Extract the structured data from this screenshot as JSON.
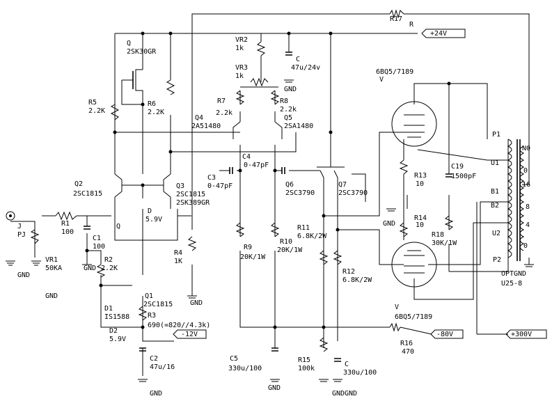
{
  "labels": {
    "r17": "R17",
    "r17_val": "R",
    "plus24": "+24V",
    "vr2": "VR2",
    "vr2_val": "1k",
    "vr3": "VR3",
    "vr3_val": "1k",
    "c_top": "C",
    "c_top_val": "47u/24v",
    "gnd_top": "GND",
    "q_top": "Q",
    "q_top_val": "2SK30GR",
    "r5": "R5",
    "r5_val": "2.2K",
    "r6": "R6",
    "r6_val": "2.2K",
    "r7": "R7",
    "r7_val": "2.2k",
    "r8": "R8",
    "r8_val": "2.2k",
    "q4": "Q4",
    "q4_val": "2A51480",
    "q5": "Q5",
    "q5_val": "2SA1480",
    "c4": "C4",
    "c4_val": "0-47pF",
    "c3": "C3",
    "c3_val": "0-47pF",
    "q6": "Q6",
    "q6_val": "2SC3790",
    "q7": "Q7",
    "q7_val": "2SC3790",
    "q2": "Q2",
    "q2_val": "2SC1815",
    "q3": "Q3",
    "q3_val": "2SC1815",
    "q_fet": "Q",
    "fet_val": "2SK389GR",
    "d_top": "D",
    "d_top_val": "5.9V",
    "j": "J",
    "pj": "PJ",
    "r1": "R1",
    "r1_val": "100",
    "c1": "C1",
    "c1_val": "100",
    "r2": "R2",
    "r2_val": "2.2K",
    "gnd_r2": "GND",
    "vr1": "VR1",
    "vr1_val": "50KA",
    "gnd_a": "GND",
    "gnd_b": "GND",
    "r4": "R4",
    "r4_val": "1K",
    "gnd_r4": "GND",
    "q1": "Q1",
    "q1_val": "2SC1815",
    "d1": "D1",
    "d1_val": "IS1588",
    "r3": "R3",
    "r3_val": "690(=820//4.3k)",
    "d2": "D2",
    "d2_val": "5.9V",
    "minus12": "-12V",
    "c2": "C2",
    "c2_val": "47u/16",
    "gnd_c2": "GND",
    "r9": "R9",
    "r9_val": "20K/1W",
    "r10": "R10",
    "r10_val": "20K/1W",
    "r11": "R11",
    "r11_val": "6.8K/2W",
    "r12": "R12",
    "r12_val": "6.8K/2W",
    "c5": "C5",
    "c5_val": "330u/100",
    "r15": "R15",
    "r15_val": "100k",
    "c_bot": "C",
    "c_bot_val": "330u/100",
    "gnd_c5": "GND",
    "gnd_r15": "GND",
    "gnd_cbot": "GND",
    "minus80": "-80V",
    "r16": "R16",
    "r16_val": "470",
    "v_top": "6BQ5/7189",
    "v_top_lbl": "V",
    "v_bot": "6BQ5/7189",
    "v_bot_lbl": "V",
    "r13": "R13",
    "r13_val": "10",
    "r14": "R14",
    "r14_val": "10",
    "gnd_r14": "GND",
    "c19": "C19",
    "c19_val": "1500pF",
    "r18": "R18",
    "r18_val": "30K/1W",
    "p1": "P1",
    "u1": "U1",
    "b1": "B1",
    "b2": "B2",
    "u2": "U2",
    "p2": "P2",
    "n0": "N0",
    "o1": "0",
    "s16": "16",
    "s8": "8",
    "s4": "4",
    "o2": "0",
    "opt": "OPT",
    "opt_gnd": "GND",
    "opt_val": "U25-8",
    "plus300": "+300V"
  }
}
